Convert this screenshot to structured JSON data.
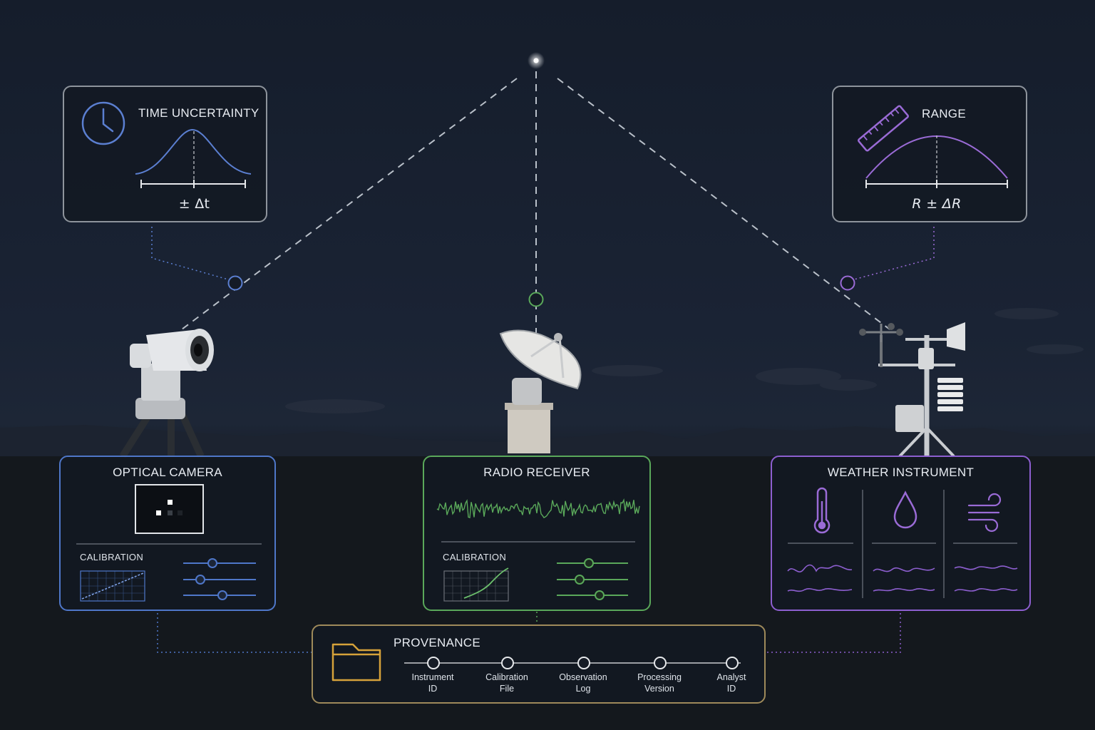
{
  "time_panel": {
    "title": "TIME UNCERTAINTY",
    "formula": "± Δt",
    "icon": "clock-icon",
    "accent": "#5b7fd1"
  },
  "range_panel": {
    "title": "RANGE",
    "formula": "R ± ΔR",
    "icon": "ruler-icon",
    "accent": "#9a6bd6"
  },
  "optical_panel": {
    "title": "OPTICAL CAMERA",
    "calibration_label": "CALIBRATION",
    "accent": "#4f77c9"
  },
  "radio_panel": {
    "title": "RADIO RECEIVER",
    "calibration_label": "CALIBRATION",
    "accent": "#5aa85a"
  },
  "weather_panel": {
    "title": "WEATHER INSTRUMENT",
    "icons": [
      "thermometer-icon",
      "droplet-icon",
      "wind-icon"
    ],
    "accent": "#8d5fd0"
  },
  "provenance": {
    "title": "PROVENANCE",
    "icon": "folder-icon",
    "accent": "#d6a23a",
    "steps": [
      {
        "line1": "Instrument",
        "line2": "ID"
      },
      {
        "line1": "Calibration",
        "line2": "File"
      },
      {
        "line1": "Observation",
        "line2": "Log"
      },
      {
        "line1": "Processing",
        "line2": "Version"
      },
      {
        "line1": "Analyst",
        "line2": "ID"
      }
    ]
  }
}
